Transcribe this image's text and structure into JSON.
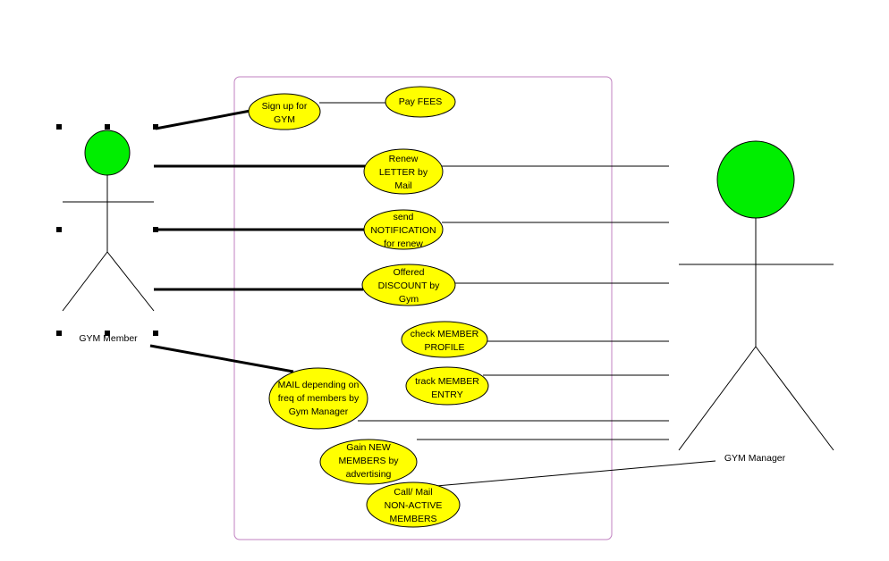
{
  "colors": {
    "actor_head": "#00ee00",
    "use_case_fill": "#ffff00",
    "system_border": "#c080c0",
    "line": "#000000",
    "selection_handle": "#000000"
  },
  "actors": [
    {
      "id": "gym-member",
      "label": "GYM Member"
    },
    {
      "id": "gym-manager",
      "label": "GYM Manager"
    }
  ],
  "use_cases": [
    {
      "id": "sign-up",
      "lines": [
        "Sign up for",
        "GYM"
      ]
    },
    {
      "id": "pay-fees",
      "lines": [
        "Pay FEES"
      ]
    },
    {
      "id": "renew-letter",
      "lines": [
        "Renew",
        "LETTER by",
        "Mail"
      ]
    },
    {
      "id": "send-notification",
      "lines": [
        "send",
        "NOTIFICATION",
        "for renew"
      ]
    },
    {
      "id": "offered-discount",
      "lines": [
        "Offered",
        "DISCOUNT by",
        "Gym"
      ]
    },
    {
      "id": "check-profile",
      "lines": [
        "check MEMBER",
        "PROFILE"
      ]
    },
    {
      "id": "track-entry",
      "lines": [
        "track MEMBER",
        "ENTRY"
      ]
    },
    {
      "id": "mail-depending",
      "lines": [
        "MAIL depending on",
        "freq of members by",
        "Gym Manager"
      ]
    },
    {
      "id": "gain-members",
      "lines": [
        "Gain NEW",
        "MEMBERS by",
        "advertising"
      ]
    },
    {
      "id": "call-mail",
      "lines": [
        "Call/ Mail",
        "NON-ACTIVE",
        "MEMBERS"
      ]
    }
  ]
}
